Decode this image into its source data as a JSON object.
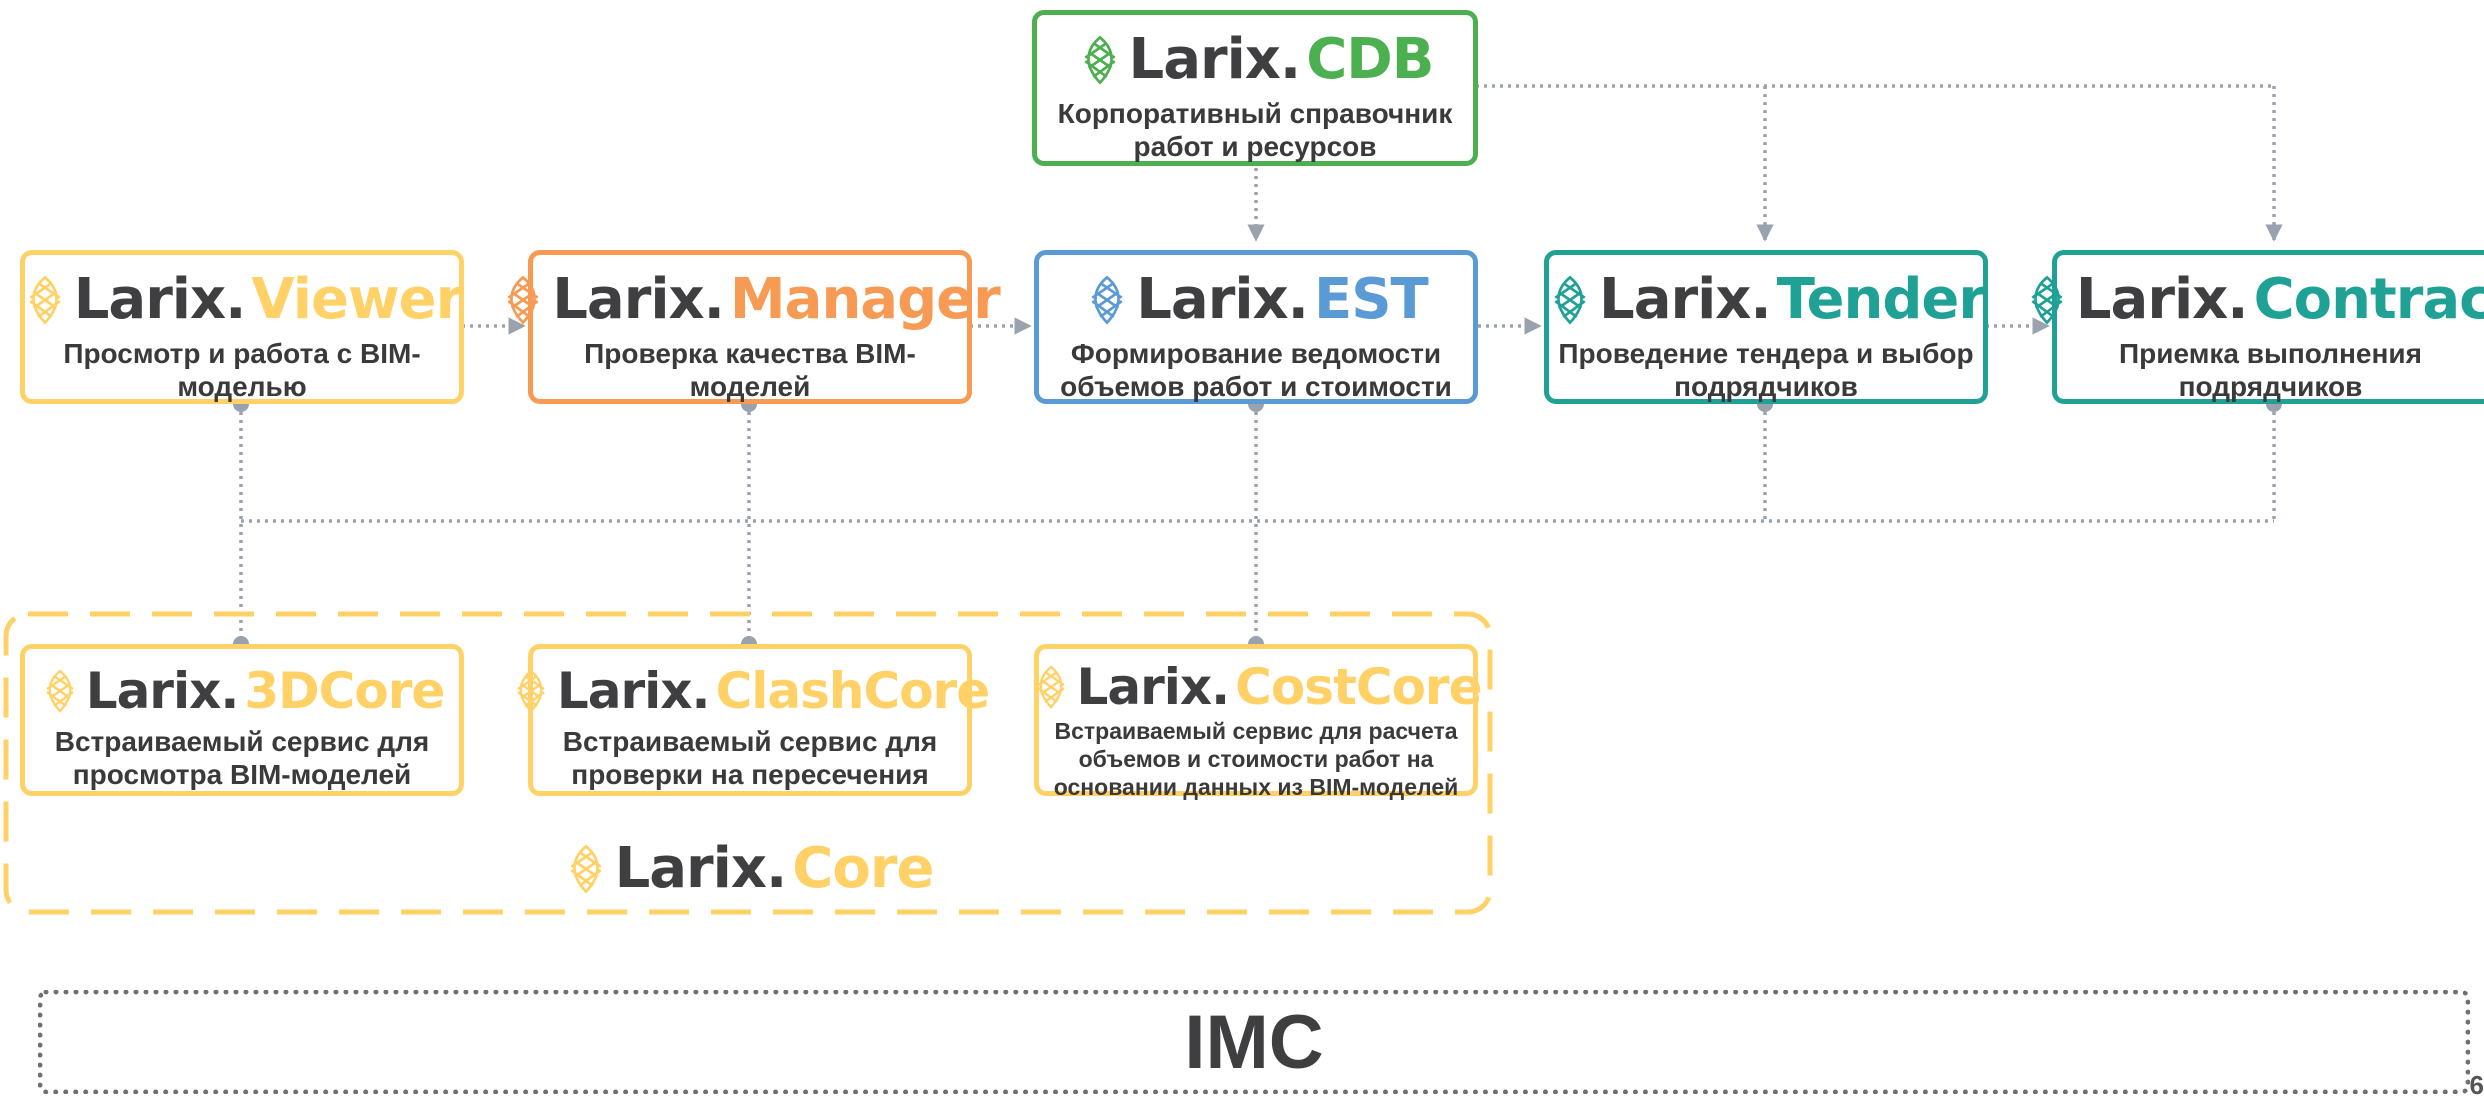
{
  "brand": "Larix.",
  "colors": {
    "yellow": "#ffd166",
    "orange": "#f79a54",
    "blue": "#5b9bd5",
    "green": "#4caf50",
    "teal": "#1fa295",
    "connector": "#9aa3ad"
  },
  "cdb": {
    "name": "CDB",
    "desc": "Корпоративный справочник работ и ресурсов"
  },
  "viewer": {
    "name": "Viewer",
    "desc": "Просмотр и работа с BIM-моделью"
  },
  "manager": {
    "name": "Manager",
    "desc": "Проверка качества BIM-моделей"
  },
  "est": {
    "name": "EST",
    "desc": "Формирование ведомости объемов работ и стоимости"
  },
  "tender": {
    "name": "Tender",
    "desc": "Проведение тендера и выбор подрядчиков"
  },
  "contract": {
    "name": "Contract",
    "desc": "Приемка выполнения подрядчиков"
  },
  "core3d": {
    "name": "3DCore",
    "desc": "Встраиваемый сервис для просмотра BIM-моделей"
  },
  "clashcore": {
    "name": "ClashCore",
    "desc": "Встраиваемый сервис для проверки на пересечения"
  },
  "costcore": {
    "name": "CostCore",
    "desc": "Встраиваемый сервис для расчета объемов и стоимости работ на основании данных из BIM-моделей"
  },
  "core": {
    "name": "Core"
  },
  "imc": {
    "label": "IMC"
  },
  "page_number": "6"
}
